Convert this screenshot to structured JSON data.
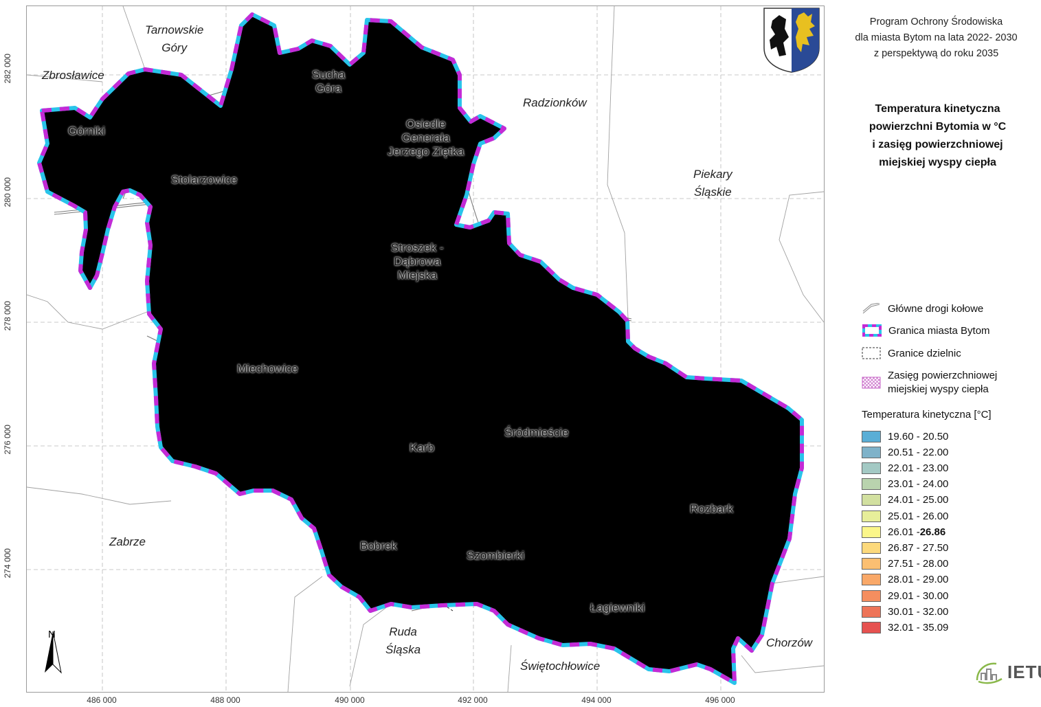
{
  "header": {
    "program_lines": [
      "Program Ochrony Środowiska",
      "dla miasta Bytom na lata 2022- 2030",
      "z perspektywą do  roku 2035"
    ],
    "title_lines": [
      "Temperatura kinetyczna",
      "powierzchni Bytomia w °C",
      "i zasięg powierzchniowej",
      "miejskiej wyspy ciepła"
    ]
  },
  "legend": {
    "roads": "Główne drogi kołowe",
    "city_border": "Granica miasta Bytom",
    "district_borders": "Granice dzielnic",
    "heat_island_line1": "Zasięg powierzchniowej",
    "heat_island_line2": "miejskiej wyspy ciepła",
    "temperature_title": "Temperatura kinetyczna [°C]",
    "temperature_classes": [
      {
        "label": "19.60 - 20.50",
        "color": "#5aaed6"
      },
      {
        "label": "20.51 - 22.00",
        "color": "#7fb2c9"
      },
      {
        "label": "22.01 - 23.00",
        "color": "#a3c9c4"
      },
      {
        "label": "23.01 - 24.00",
        "color": "#b9d3ae"
      },
      {
        "label": "24.01 - 25.00",
        "color": "#d2e0a0"
      },
      {
        "label": "25.01 - 26.00",
        "color": "#e7ee9a"
      },
      {
        "label": "26.01 - ",
        "bold_part": "26.86",
        "color": "#fbf68a"
      },
      {
        "label": "26.87 - 27.50",
        "color": "#fcd97c"
      },
      {
        "label": "27.51 - 28.00",
        "color": "#fbbf72"
      },
      {
        "label": "28.01 - 29.00",
        "color": "#f9a868"
      },
      {
        "label": "29.01 - 30.00",
        "color": "#f58e5f"
      },
      {
        "label": "30.01 - 32.00",
        "color": "#ee7458"
      },
      {
        "label": "32.01 - 35.09",
        "color": "#e65250"
      }
    ]
  },
  "axes": {
    "x_ticks": [
      "486 000",
      "488 000",
      "490 000",
      "492 000",
      "494 000",
      "496 000"
    ],
    "y_ticks": [
      "282 000",
      "280 000",
      "278 000",
      "276 000",
      "274 000"
    ]
  },
  "districts": [
    {
      "name": "Górniki"
    },
    {
      "name": "Stolarzowice"
    },
    {
      "name": "Sucha\nGóra"
    },
    {
      "name": "Osiedle\nGenerała\nJerzego Ziętka"
    },
    {
      "name": "Stroszek -\nDąbrowa\nMiejska"
    },
    {
      "name": "Miechowice"
    },
    {
      "name": "Karb"
    },
    {
      "name": "Śródmieście"
    },
    {
      "name": "Rozbark"
    },
    {
      "name": "Bobrek"
    },
    {
      "name": "Szombierki"
    },
    {
      "name": "Łagiewniki"
    }
  ],
  "neighbors": [
    {
      "name": "Tarnowskie\nGóry"
    },
    {
      "name": "Zbrosławice"
    },
    {
      "name": "Radzionków"
    },
    {
      "name": "Piekary\nŚląskie"
    },
    {
      "name": "Zabrze"
    },
    {
      "name": "Ruda\nŚląska"
    },
    {
      "name": "Świętochłowice"
    },
    {
      "name": "Chorzów"
    }
  ],
  "north_arrow": "N",
  "logo_text": "IETU",
  "colors": {
    "border_cyan": "#29c4ea",
    "border_magenta": "#c42ad6",
    "heat_island": "#d97bd8"
  }
}
